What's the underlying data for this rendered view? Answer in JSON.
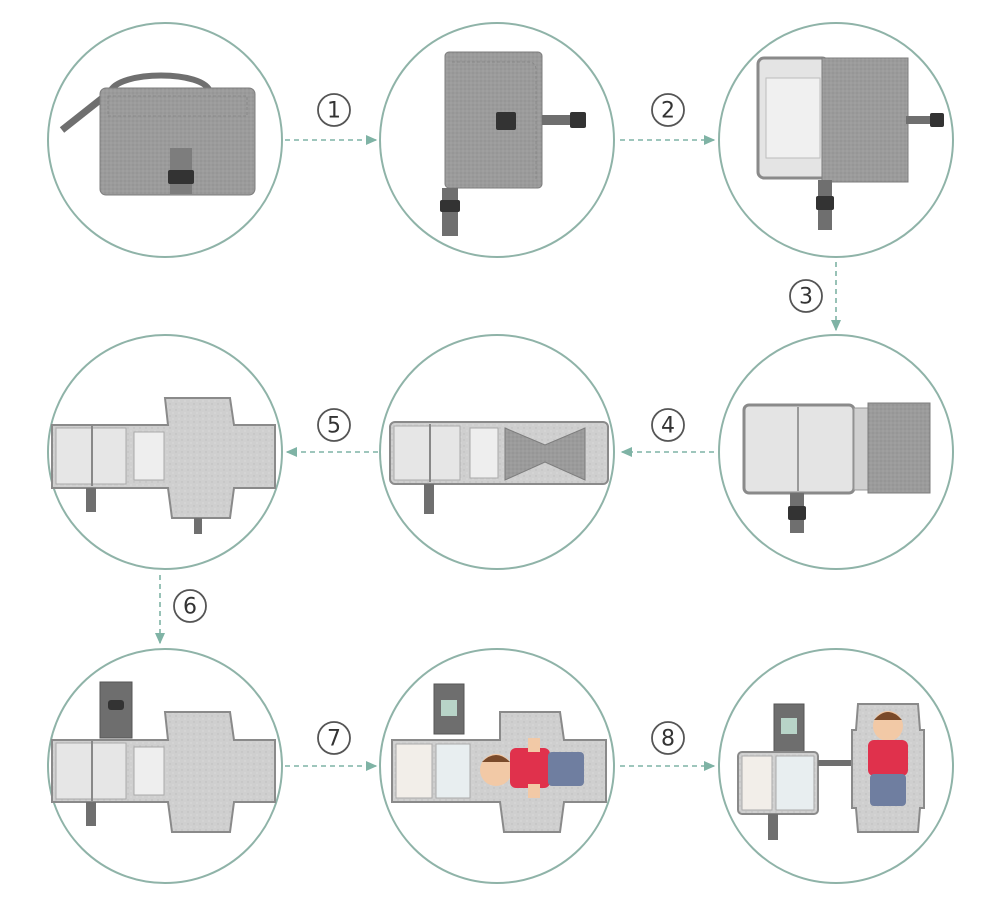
{
  "steps": [
    {
      "label": "1"
    },
    {
      "label": "2"
    },
    {
      "label": "3"
    },
    {
      "label": "4"
    },
    {
      "label": "5"
    },
    {
      "label": "6"
    },
    {
      "label": "7"
    },
    {
      "label": "8"
    }
  ],
  "colors": {
    "circle_border": "#8fb3a8",
    "arrow": "#7fb3a5",
    "fabric": "#9a9a9a",
    "fabric_dark": "#808080",
    "liner": "#d6d6d6",
    "mesh": "#e6e6e6",
    "strap": "#6f6f6f",
    "baby_shirt": "#e0314c",
    "baby_skin": "#f2c9a6",
    "baby_hair": "#7a4a2a",
    "label_circle": "#555555"
  },
  "icons": {
    "arrow": "dashed-arrow-icon",
    "step_badge": "numbered-circle-icon"
  }
}
